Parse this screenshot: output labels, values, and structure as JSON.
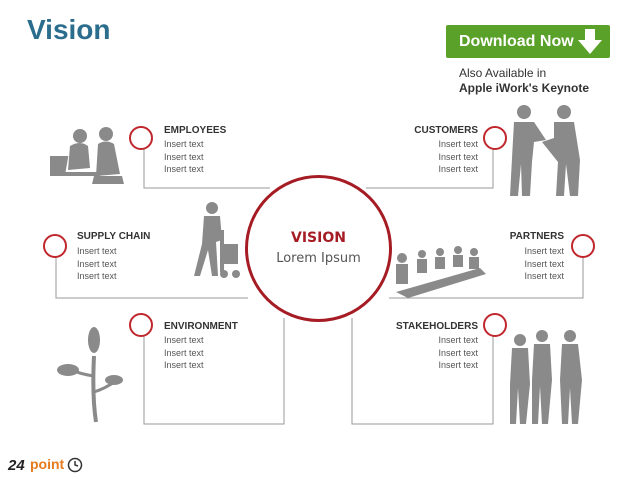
{
  "title": "Vision",
  "download": {
    "label": "Download Now"
  },
  "availability": {
    "line1": "Also Available in",
    "line2": "Apple iWork's Keynote"
  },
  "center": {
    "title": "VISION",
    "subtitle": "Lorem Ipsum"
  },
  "sections": {
    "employees": {
      "heading": "EMPLOYEES",
      "items": [
        "Insert text",
        "Insert text",
        "Insert text"
      ]
    },
    "customers": {
      "heading": "CUSTOMERS",
      "items": [
        "Insert text",
        "Insert text",
        "Insert text"
      ]
    },
    "supply_chain": {
      "heading": "SUPPLY CHAIN",
      "items": [
        "Insert text",
        "Insert text",
        "Insert text"
      ]
    },
    "partners": {
      "heading": "PARTNERS",
      "items": [
        "Insert text",
        "Insert text",
        "Insert text"
      ]
    },
    "environment": {
      "heading": "ENVIRONMENT",
      "items": [
        "Insert text",
        "Insert text",
        "Insert text"
      ]
    },
    "stakeholders": {
      "heading": "STAKEHOLDERS",
      "items": [
        "Insert text",
        "Insert text",
        "Insert text"
      ]
    }
  },
  "logo": {
    "number": "24",
    "word": "point"
  },
  "colors": {
    "title": "#2b6d8c",
    "accent": "#a51c24",
    "button": "#5aa12a",
    "logo": "#e67a1f"
  },
  "icons": [
    "download-arrow-icon",
    "clock-icon"
  ]
}
